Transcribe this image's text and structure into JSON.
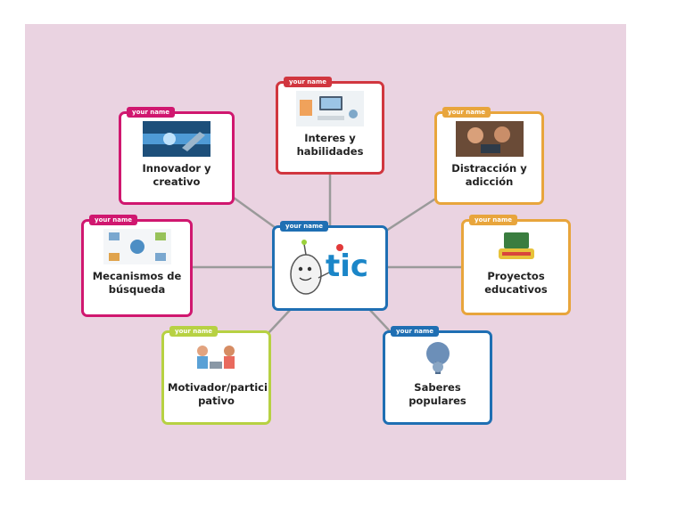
{
  "colors": {
    "background": "#ead3e1",
    "link": "#9a9a9a",
    "red": "#d1363f",
    "magenta": "#d0176f",
    "orange": "#e8a53c",
    "green": "#b7d143",
    "blue": "#1f6fb3"
  },
  "center": {
    "tag": "your name",
    "logo_text": "tic"
  },
  "nodes": [
    {
      "tag": "your name",
      "label": "Interes y habilidades",
      "color": "red"
    },
    {
      "tag": "your name",
      "label": "Innovador y creativo",
      "color": "magenta"
    },
    {
      "tag": "your name",
      "label": "Distracción y adicción",
      "color": "orange"
    },
    {
      "tag": "your name",
      "label": "Mecanismos de búsqueda",
      "color": "magenta"
    },
    {
      "tag": "your name",
      "label": "Proyectos educativos",
      "color": "orange"
    },
    {
      "tag": "your name",
      "label": "Motivador/partici pativo",
      "color": "green"
    },
    {
      "tag": "your name",
      "label": "Saberes populares",
      "color": "blue"
    }
  ]
}
